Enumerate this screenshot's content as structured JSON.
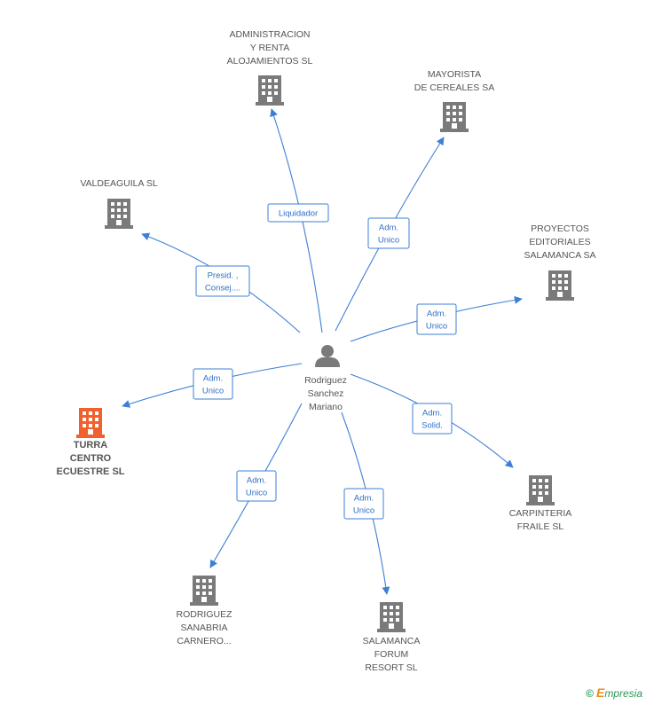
{
  "center": {
    "name_lines": [
      "Rodriguez",
      "Sanchez",
      "Mariano"
    ],
    "icon": "person-icon"
  },
  "companies": [
    {
      "id": "administracion",
      "lines": [
        "ADMINISTRACION",
        "Y RENTA",
        "ALOJAMIENTOS SL"
      ],
      "relation": [
        "Liquidador"
      ],
      "icon": "building-icon"
    },
    {
      "id": "mayorista",
      "lines": [
        "MAYORISTA",
        "DE CEREALES SA"
      ],
      "relation": [
        "Adm.",
        "Unico"
      ],
      "icon": "building-icon"
    },
    {
      "id": "valdeaguila",
      "lines": [
        "VALDEAGUILA SL"
      ],
      "relation": [
        "Presid. ,",
        "Consej...."
      ],
      "icon": "building-icon"
    },
    {
      "id": "proyectos",
      "lines": [
        "PROYECTOS",
        "EDITORIALES",
        "SALAMANCA SA"
      ],
      "relation": [
        "Adm.",
        "Unico"
      ],
      "icon": "building-icon"
    },
    {
      "id": "turra",
      "lines": [
        "TURRA",
        "CENTRO",
        "ECUESTRE SL"
      ],
      "relation": [
        "Adm.",
        "Unico"
      ],
      "icon": "building-icon",
      "highlight": true
    },
    {
      "id": "carpinteria",
      "lines": [
        "CARPINTERIA",
        "FRAILE SL"
      ],
      "relation": [
        "Adm.",
        "Solid."
      ],
      "icon": "building-icon"
    },
    {
      "id": "rodriguez-sanabria",
      "lines": [
        "RODRIGUEZ",
        "SANABRIA",
        "CARNERO..."
      ],
      "relation": [
        "Adm.",
        "Unico"
      ],
      "icon": "building-icon"
    },
    {
      "id": "salamanca-forum",
      "lines": [
        "SALAMANCA",
        "FORUM",
        "RESORT SL"
      ],
      "relation": [
        "Adm.",
        "Unico"
      ],
      "icon": "building-icon"
    }
  ],
  "colors": {
    "edge": "#3d7fd6",
    "building": "#7a7a7a",
    "building_highlight": "#f0612e",
    "person": "#7a7a7a"
  },
  "footer": {
    "copyright": "©",
    "brand_initial": "E",
    "brand_rest": "mpresia"
  }
}
